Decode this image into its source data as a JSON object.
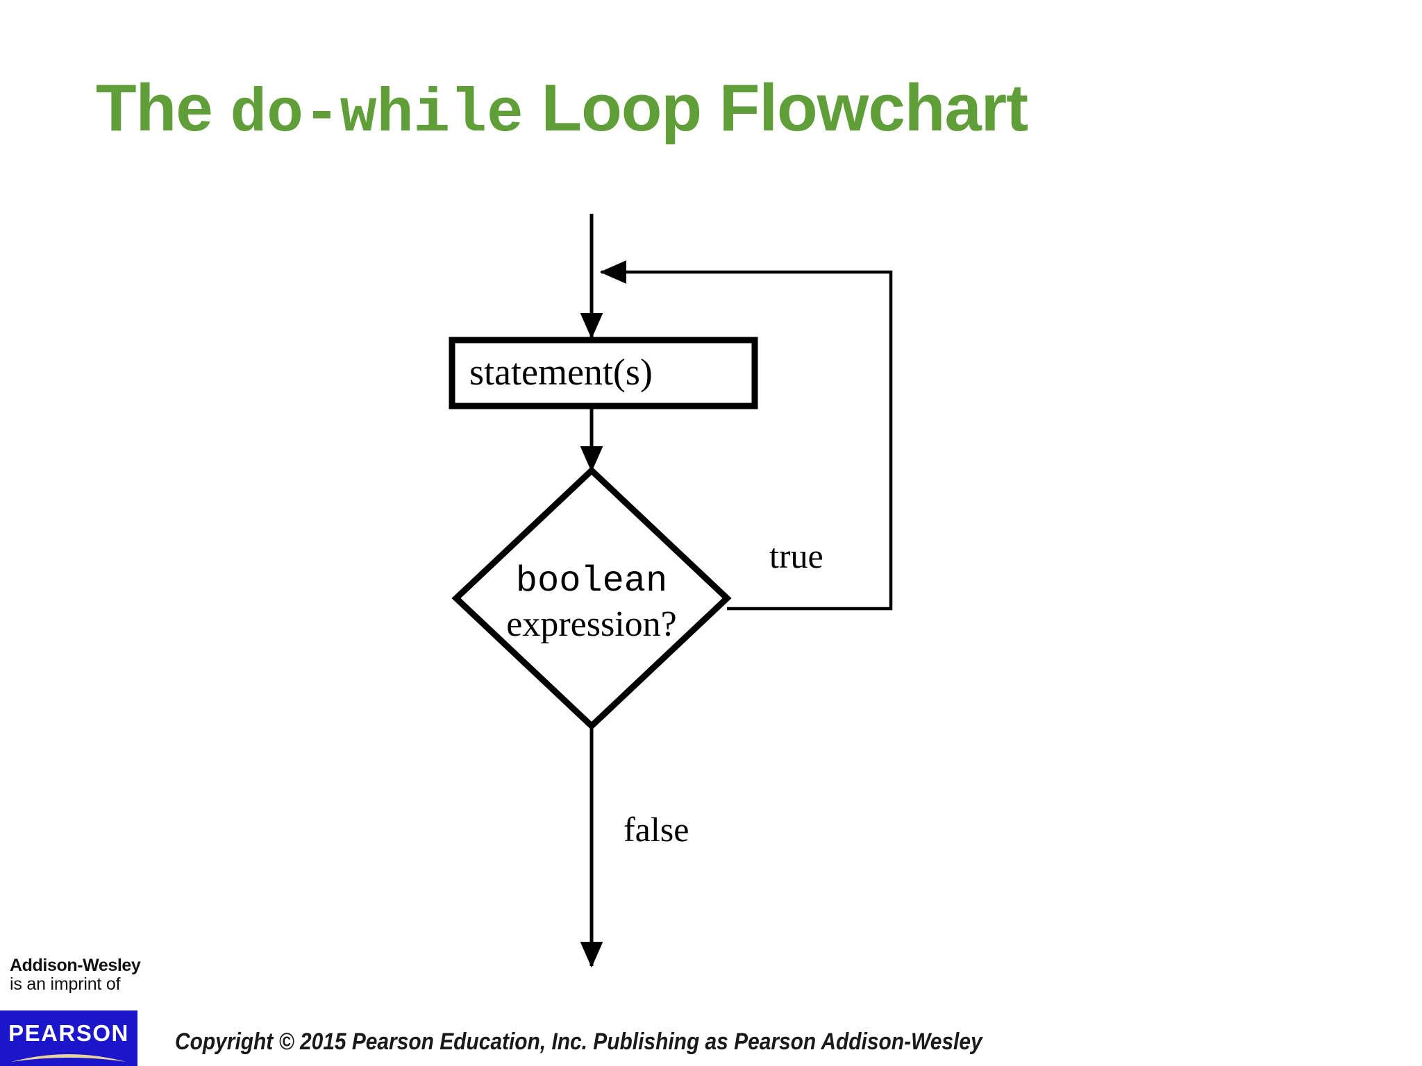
{
  "slide": {
    "title": {
      "prefix": "The ",
      "code": "do-while",
      "suffix": " Loop Flowchart",
      "color": "#5F9E38"
    },
    "background": "#ffffff"
  },
  "flowchart": {
    "type": "diagram",
    "kind": "flowchart",
    "description": "do-while loop control flow: statements execute first, then the boolean expression is tested; true loops back above the statements, false exits.",
    "nodes": [
      {
        "id": "statement",
        "shape": "rectangle",
        "label": "statement(s)",
        "font": "serif"
      },
      {
        "id": "condition",
        "shape": "diamond",
        "label_line1": "boolean",
        "label_line2": "expression?",
        "font_line1": "monospace",
        "font_line2": "serif"
      }
    ],
    "edges": [
      {
        "id": "entry",
        "from": "top",
        "to": "statement",
        "label": ""
      },
      {
        "id": "stmt-to-cond",
        "from": "statement",
        "to": "condition",
        "label": ""
      },
      {
        "id": "loop-back",
        "from": "condition",
        "to": "entry",
        "label": "true"
      },
      {
        "id": "exit",
        "from": "condition",
        "to": "bottom",
        "label": "false"
      }
    ],
    "edge_labels": {
      "true": "true",
      "false": "false"
    },
    "stroke_color": "#000000"
  },
  "footer": {
    "imprint_name": "Addison-Wesley",
    "imprint_sub": "is an imprint of",
    "logo_word": "PEARSON",
    "logo_background": "#1B16CC",
    "logo_arc_color": "#E8D39A",
    "copyright": "Copyright © 2015 Pearson Education, Inc. Publishing as Pearson Addison-Wesley"
  }
}
